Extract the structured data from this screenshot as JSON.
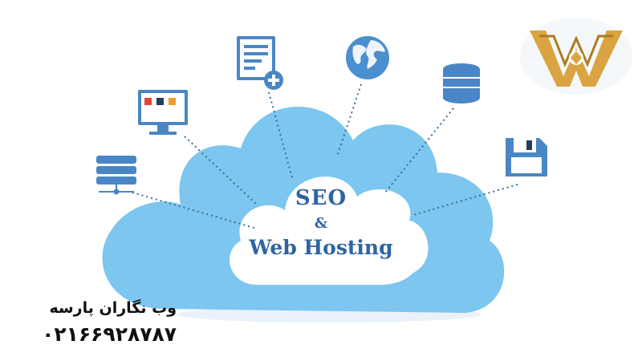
{
  "cloud": {
    "line1": "SEO",
    "line2": "&",
    "line3": "Web Hosting"
  },
  "company": {
    "name": "وب نگاران پارسه",
    "phone": "۰۲۱۶۶۹۲۸۷۸۷"
  },
  "icons": [
    "server-rack-icon",
    "monitor-icon",
    "document-add-icon",
    "globe-icon",
    "database-icon",
    "floppy-disk-icon"
  ],
  "colors": {
    "cloud": "#78c6ef",
    "cloud_inner": "#ffffff",
    "text_blue": "#2f64a3",
    "icon_blue": "#4a86c5",
    "logo_gold": "#d9a441"
  }
}
